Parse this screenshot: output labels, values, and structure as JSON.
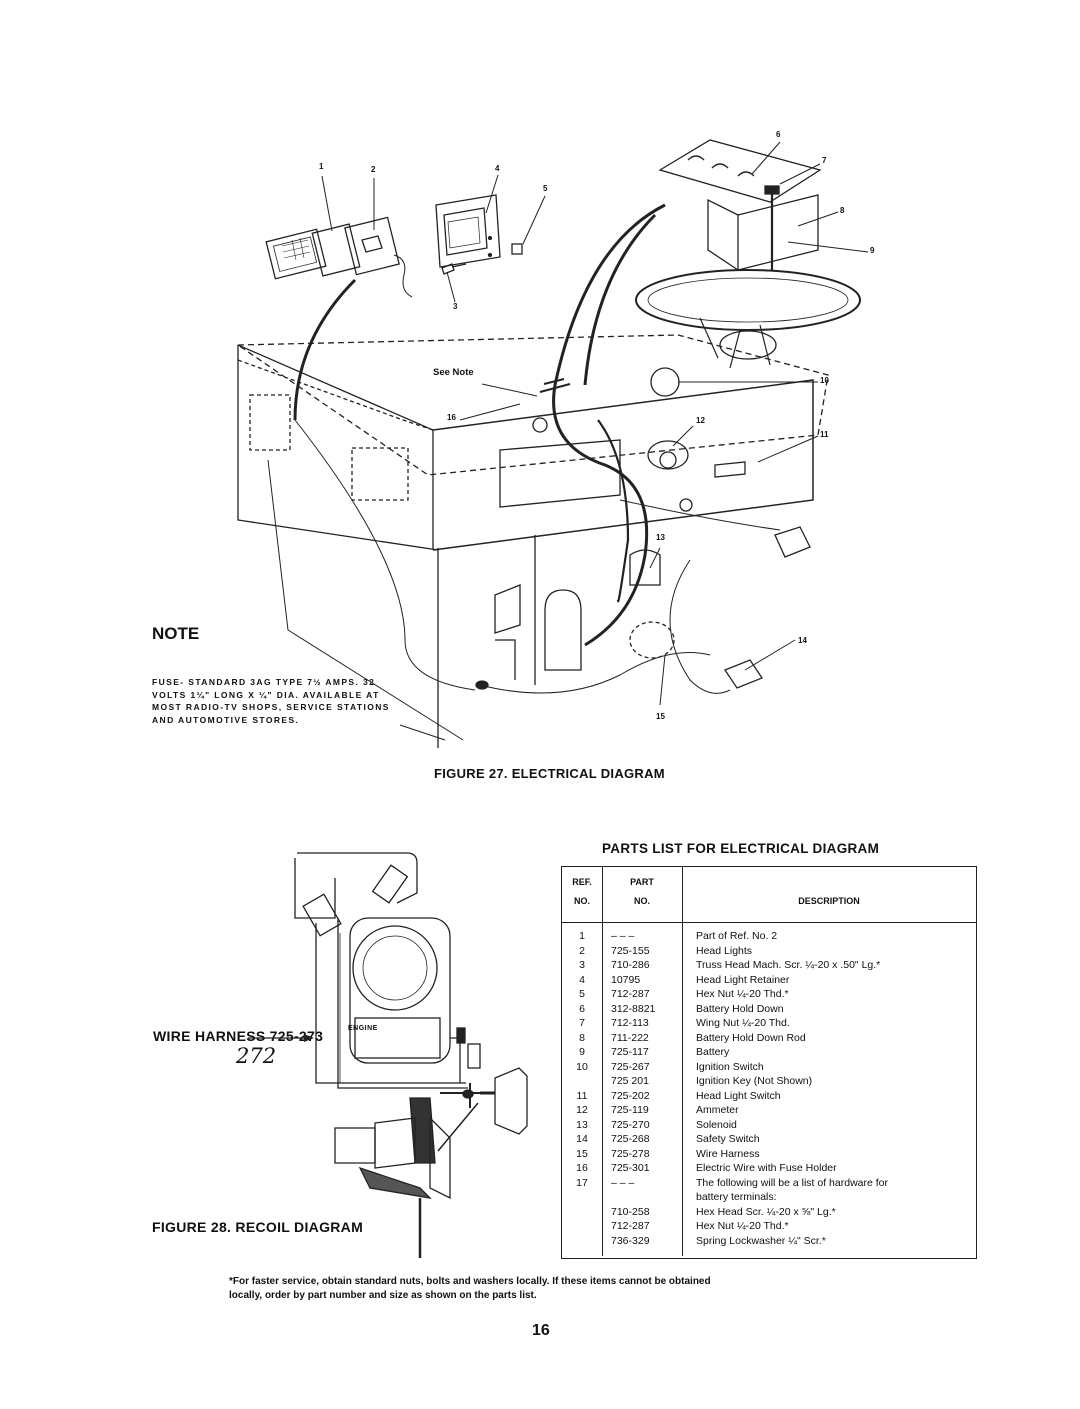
{
  "figure27": {
    "caption": "FIGURE 27. ELECTRICAL DIAGRAM",
    "see_note": "See Note",
    "callouts": [
      "1",
      "2",
      "3",
      "4",
      "5",
      "6",
      "7",
      "8",
      "9",
      "10",
      "11",
      "12",
      "13",
      "14",
      "15",
      "16"
    ]
  },
  "note": {
    "title": "NOTE",
    "lines": [
      "FUSE- STANDARD 3AG TYPE 7½ AMPS. 32",
      "VOLTS 1¼\" LONG X ¼\" DIA. AVAILABLE AT",
      "MOST RADIO-TV SHOPS, SERVICE STATIONS",
      "AND AUTOMOTIVE STORES."
    ]
  },
  "figure28": {
    "caption": "FIGURE 28. RECOIL DIAGRAM",
    "wire_harness_label": "WIRE HARNESS 725-273",
    "handwritten_correction": "272",
    "engine_label": "ENGINE"
  },
  "parts_list": {
    "title": "PARTS LIST FOR ELECTRICAL DIAGRAM",
    "headers": {
      "ref_line1": "REF.",
      "ref_line2": "NO.",
      "part_line1": "PART",
      "part_line2": "NO.",
      "description": "DESCRIPTION"
    },
    "rows": [
      {
        "ref": "1",
        "part": "– – –",
        "desc": "Part of Ref. No. 2"
      },
      {
        "ref": "2",
        "part": "725-155",
        "desc": "Head Lights"
      },
      {
        "ref": "3",
        "part": "710-286",
        "desc": "Truss Head Mach. Scr. ¼-20 x .50\" Lg.*"
      },
      {
        "ref": "4",
        "part": "10795",
        "desc": "Head Light Retainer"
      },
      {
        "ref": "5",
        "part": "712-287",
        "desc": "Hex Nut ¼-20 Thd.*"
      },
      {
        "ref": "6",
        "part": "312-8821",
        "desc": "Battery Hold Down"
      },
      {
        "ref": "7",
        "part": "712-113",
        "desc": "Wing Nut ¼-20 Thd."
      },
      {
        "ref": "8",
        "part": "711-222",
        "desc": "Battery Hold Down Rod"
      },
      {
        "ref": "9",
        "part": "725-117",
        "desc": "Battery"
      },
      {
        "ref": "10",
        "part": "725-267",
        "desc": "Ignition Switch"
      },
      {
        "ref": "",
        "part": "725 201",
        "desc": "Ignition Key (Not Shown)"
      },
      {
        "ref": "11",
        "part": "725-202",
        "desc": "Head Light Switch"
      },
      {
        "ref": "12",
        "part": "725-119",
        "desc": "Ammeter"
      },
      {
        "ref": "13",
        "part": "725-270",
        "desc": "Solenoid"
      },
      {
        "ref": "14",
        "part": "725-268",
        "desc": "Safety Switch"
      },
      {
        "ref": "15",
        "part": "725-278",
        "desc": "Wire Harness"
      },
      {
        "ref": "16",
        "part": "725-301",
        "desc": "Electric Wire with Fuse Holder"
      },
      {
        "ref": "17",
        "part": "– – –",
        "desc": "The following will be a list of hardware for"
      },
      {
        "ref": "",
        "part": "",
        "desc": "battery terminals:"
      },
      {
        "ref": "",
        "part": "710-258",
        "desc": "Hex Head Scr. ¼-20 x ⅝\" Lg.*"
      },
      {
        "ref": "",
        "part": "712-287",
        "desc": "Hex Nut ¼-20 Thd.*"
      },
      {
        "ref": "",
        "part": "736-329",
        "desc": "Spring Lockwasher ¼\" Scr.*"
      }
    ]
  },
  "footnote": {
    "line1": "*For faster service, obtain standard nuts, bolts and washers locally. If these items cannot be obtained",
    "line2": "locally, order by part number and size as shown on the parts list."
  },
  "page_number": "16"
}
